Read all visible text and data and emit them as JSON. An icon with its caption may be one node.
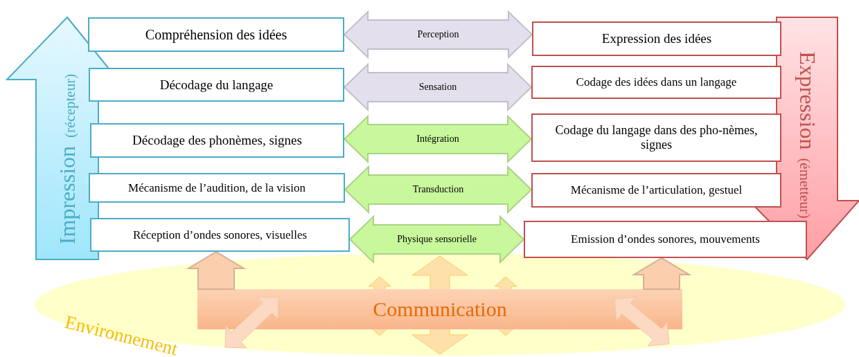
{
  "diagram": {
    "nodes": [
      {
        "text": [
          "Compréhension des idées"
        ]
      },
      {
        "text": [
          "Décodage du langage"
        ]
      },
      {
        "text": [
          "Décodage des phonèmes, signes"
        ]
      },
      {
        "text": [
          "Mécanisme de l’audition, de la vision"
        ]
      },
      {
        "text": [
          "Réception d’ondes sonores, visuelles"
        ]
      },
      {
        "text": [
          "Expression des idées"
        ]
      },
      {
        "text": [
          "Codage des idées dans un langage"
        ]
      },
      {
        "text": [
          "Codage du langage dans des pho-nèmes, signes"
        ]
      },
      {
        "text": [
          "Mécanisme de l’articulation, gestuel"
        ]
      },
      {
        "text": [
          "Emission d’ondes sonores, mouvements"
        ]
      },
      {
        "text": [
          "Impression",
          "(récepteur)"
        ]
      },
      {
        "text": [
          "Expression",
          "(émetteur)"
        ]
      },
      {
        "text": [
          "Environnement"
        ]
      },
      {
        "text": [
          "Communication"
        ],
        "in": 12
      }
    ],
    "edges": [
      {
        "from": 0,
        "to": 5,
        "arrow": "both",
        "label": "Perception",
        "color": "#e4dfec"
      },
      {
        "from": 1,
        "to": 6,
        "arrow": "both",
        "label": "Sensation",
        "color": "#e4dfec"
      },
      {
        "from": 2,
        "to": 7,
        "arrow": "both",
        "label": "Intégration",
        "color": "#c8f79c"
      },
      {
        "from": 3,
        "to": 8,
        "arrow": "both",
        "label": "Transduction",
        "color": "#c8f79c"
      },
      {
        "from": 4,
        "to": 9,
        "arrow": "both",
        "label": "Physique sensorielle",
        "color": "#c8f79c"
      },
      {
        "from": 13,
        "to": 4,
        "arrow": "to",
        "color": "#fbcfae"
      },
      {
        "from": 13,
        "to": 9,
        "arrow": "to",
        "color": "#fbcfae"
      }
    ]
  }
}
